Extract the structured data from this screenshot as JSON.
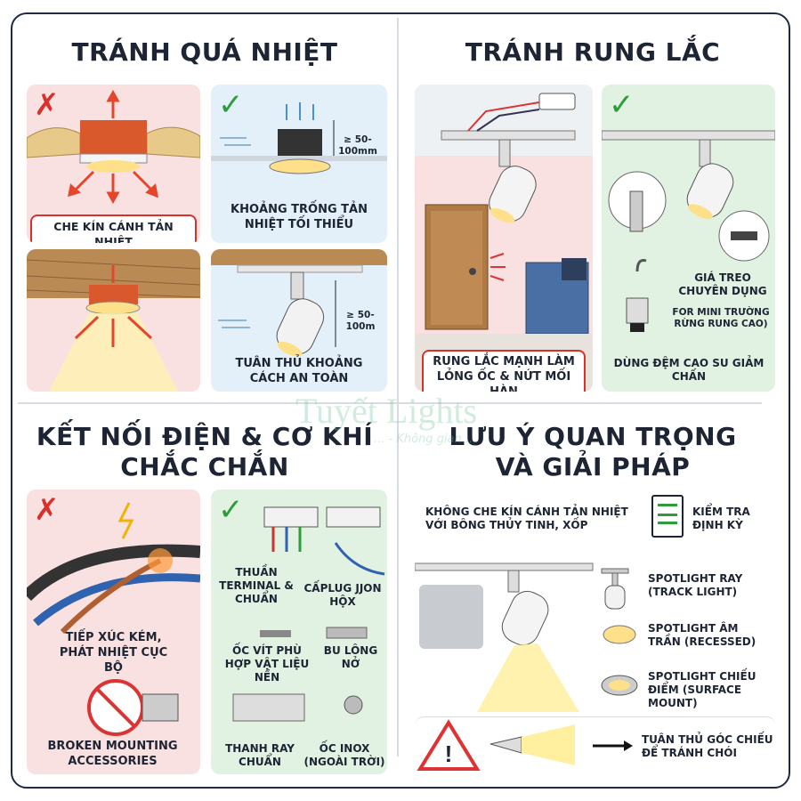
{
  "q1": {
    "title": "TRÁNH QUÁ NHIỆT",
    "bad_caption": "CHE KÍN CÁNH TẢN NHIỆT",
    "good_caption": "KHOẢNG TRỐNG TẢN NHIỆT TỐI THIỂU",
    "good_dim": "≥ 50-100mm",
    "good2_caption": "TUÂN THỦ KHOẢNG CÁCH AN TOÀN",
    "good2_dim": "≥ 50-100m"
  },
  "q2": {
    "title": "TRÁNH RUNG LẮC",
    "bad_caption": "RUNG LẮC MẠNH LÀM LỎNG ỐC & NỨT MỐI HÀN",
    "good_caption1": "GIÁ TREO CHUYÊN DỤNG",
    "good_caption2": "FOR MINI TRƯỜNG RỪNG RUNG CAO)",
    "good_caption3": "DÙNG ĐỆM CAO SU GIẢM CHẤN"
  },
  "q3": {
    "title_line1": "KẾT NỐI ĐIỆN & CƠ KHÍ",
    "title_line2": "CHẮC CHẮN",
    "bad_caption": "TIẾP XÚC KÉM, PHÁT NHIỆT CỤC BỘ",
    "broken_caption": "BROKEN MOUNTING ACCESSORIES",
    "terminal_caption": "THUẦN TERMINAL & CHUẨN",
    "caplug_caption": "CẤPLUG JJON HỘX",
    "screw_caption": "ỐC VÍT PHÙ HỢP VẬT LIỆU NỀN",
    "bolt_caption": "BU LÔNG NỞ",
    "rail_caption": "THANH RAY CHUẨN",
    "inox_caption": "ỐC INOX (NGOÀI TRỜI)"
  },
  "q4": {
    "title_line1": "LƯU Ý QUAN TRỌNG",
    "title_line2": "VÀ GIẢI PHÁP",
    "note1": "KHÔNG CHE KÍN CÁNH TẢN NHIỆT VỚI BÔNG THỦY TINH, XỐP",
    "note2": "KIỂM TRA ĐỊNH KỲ",
    "type1": "SPOTLIGHT RAY (TRACK LIGHT)",
    "type2": "SPOTLIGHT ÂM TRẦN (RECESSED)",
    "type3": "SPOTLIGHT CHIẾU ĐIỂM (SURFACE MOUNT)",
    "glare": "TUÂN THỦ GÓC CHIẾU ĐỂ TRÁNH CHÓI"
  },
  "watermark": {
    "brand": "Tuyết Lights",
    "slogan": "... - Không gian ..."
  },
  "colors": {
    "bad_bg": "#f9e1e1",
    "good_bg": "#e3f0fa",
    "good_green_bg": "#e2f2e2",
    "red": "#d9302a",
    "green": "#2e9c3b",
    "navy": "#1d2433"
  }
}
